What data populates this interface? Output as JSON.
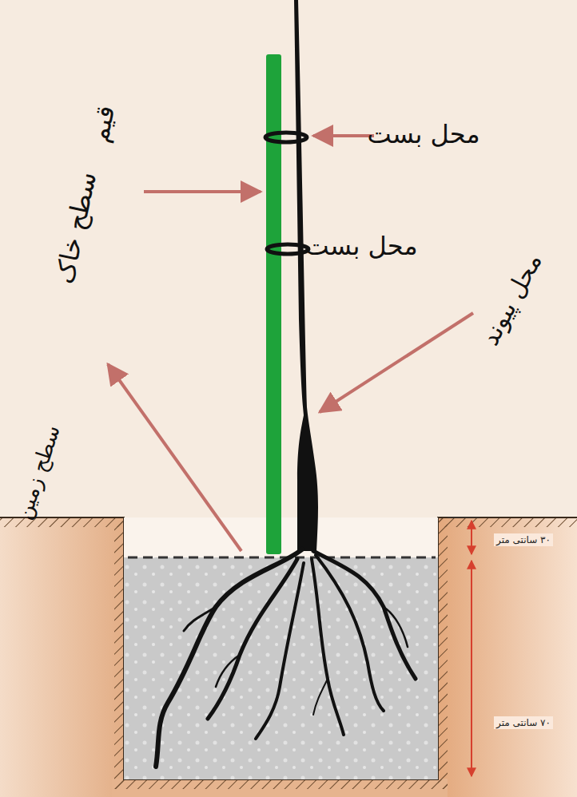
{
  "diagram": {
    "labels": [
      "محل بست",
      "قیم",
      "محل بست",
      "محل پیوند",
      "سطح خاک",
      "سطح زمین",
      "۳۰ سانتی متر",
      "۷۰ سانتی متر"
    ]
  }
}
